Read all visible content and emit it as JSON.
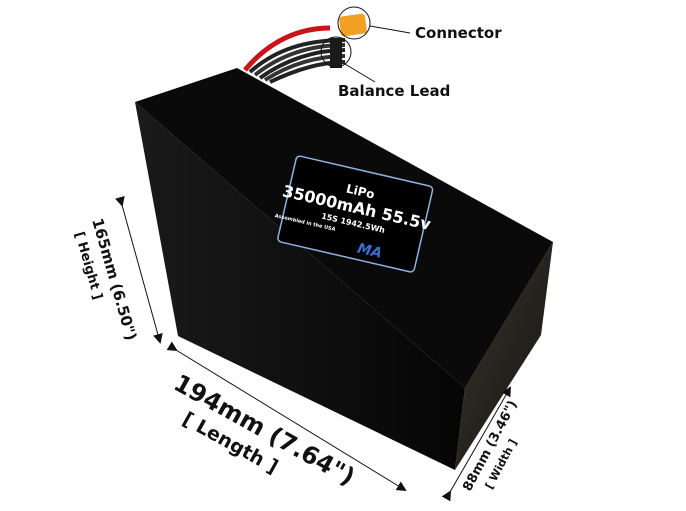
{
  "callouts": {
    "connector": "Connector",
    "balance_lead": "Balance Lead"
  },
  "label": {
    "chemistry": "LiPo",
    "capacity_voltage": "35000mAh 55.5v",
    "config_energy": "15S 1942.5Wh",
    "assembled": "Assembled in the USA",
    "logo_text": "MA"
  },
  "dimensions": {
    "length_value": "194mm (7.64\")",
    "length_label": "[ Length ]",
    "height_value": "165mm (6.50\")",
    "height_label": "[ Height ]",
    "width_value": "88mm (3.46\")",
    "width_label": "[ Width ]"
  },
  "colors": {
    "battery": "#0a0a0a",
    "connector": "#f2a024",
    "wire_red": "#c8151b",
    "label_border": "#8fb4e0"
  }
}
